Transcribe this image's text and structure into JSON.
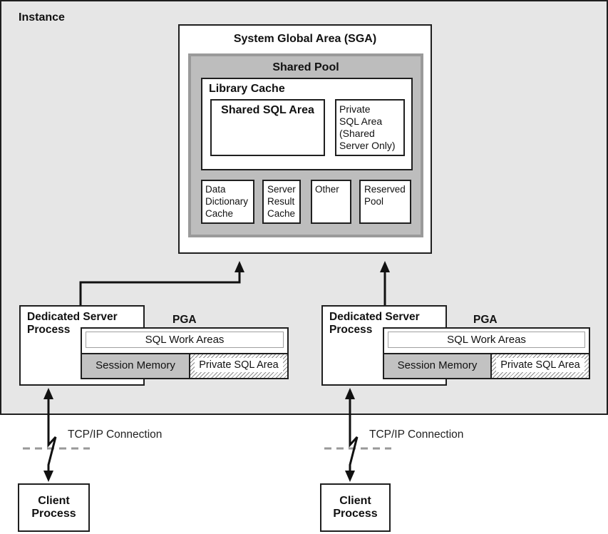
{
  "instance": {
    "label": "Instance"
  },
  "sga": {
    "title": "System Global Area (SGA)",
    "shared_pool": {
      "title": "Shared Pool",
      "library_cache": {
        "title": "Library Cache",
        "shared_sql_area": "Shared SQL Area",
        "private_sql_area_lines": [
          "Private",
          "SQL Area",
          "(Shared",
          "Server Only)"
        ]
      },
      "caches": [
        {
          "lines": [
            "Data",
            "Dictionary",
            "Cache"
          ]
        },
        {
          "lines": [
            "Server",
            "Result",
            "Cache"
          ]
        },
        {
          "lines": [
            "Other"
          ]
        },
        {
          "lines": [
            "Reserved",
            "Pool"
          ]
        }
      ]
    }
  },
  "servers": [
    {
      "title_lines": [
        "Dedicated Server",
        "Process"
      ],
      "pga_label": "PGA",
      "work_areas": "SQL Work Areas",
      "session_memory": "Session Memory",
      "private_sql_area": "Private SQL Area",
      "connection": "TCP/IP Connection",
      "client_lines": [
        "Client",
        "Process"
      ]
    },
    {
      "title_lines": [
        "Dedicated Server",
        "Process"
      ],
      "pga_label": "PGA",
      "work_areas": "SQL Work Areas",
      "session_memory": "Session Memory",
      "private_sql_area": "Private SQL Area",
      "connection": "TCP/IP Connection",
      "client_lines": [
        "Client",
        "Process"
      ]
    }
  ],
  "colors": {
    "instance_bg": "#e6e6e6",
    "shared_pool_bg": "#bdbdbd",
    "session_memory_bg": "#c2c2c2",
    "stroke": "#1f1f1f"
  }
}
